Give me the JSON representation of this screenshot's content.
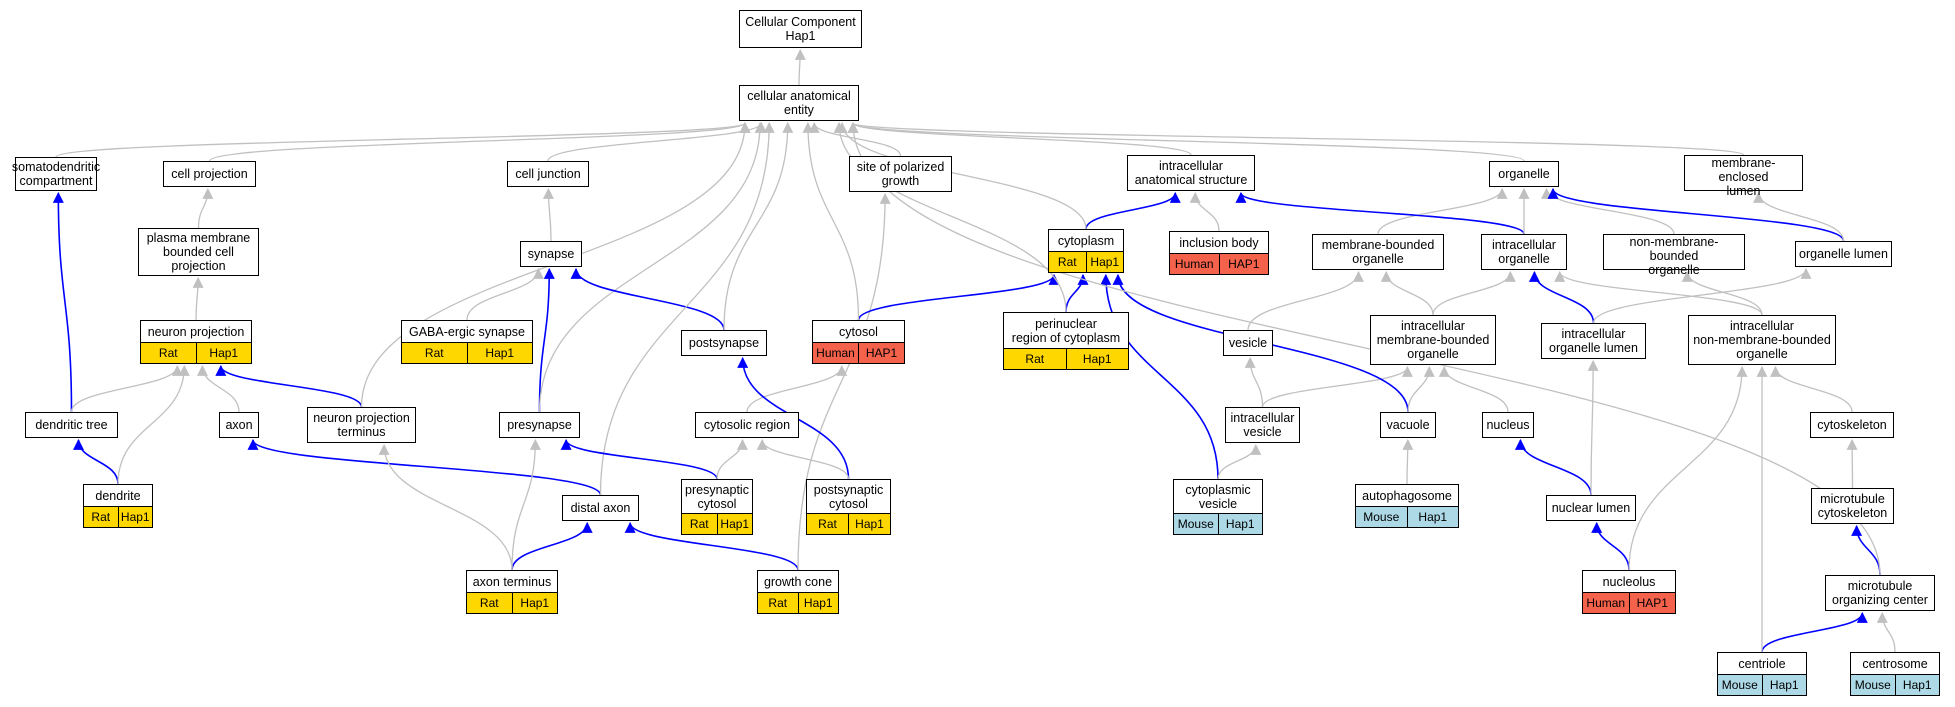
{
  "colors": {
    "is_a_edge": "#c0c0c0",
    "part_of_edge": "#0000ff",
    "rat": "#ffd700",
    "human": "#f4624b",
    "mouse": "#add8e6"
  },
  "nodes": [
    {
      "id": "root",
      "label": "Cellular Component\nHap1",
      "tags": []
    },
    {
      "id": "cae",
      "label": "cellular anatomical\nentity",
      "tags": []
    },
    {
      "id": "sdc",
      "label": "somatodendritic\ncompartment",
      "tags": []
    },
    {
      "id": "cp",
      "label": "cell projection",
      "tags": []
    },
    {
      "id": "pmbcp",
      "label": "plasma membrane\nbounded cell\nprojection",
      "tags": []
    },
    {
      "id": "np",
      "label": "neuron projection",
      "tags": [
        {
          "org": "Rat",
          "src": "Hap1",
          "color": "rat"
        }
      ]
    },
    {
      "id": "dt",
      "label": "dendritic tree",
      "tags": []
    },
    {
      "id": "den",
      "label": "dendrite",
      "tags": [
        {
          "org": "Rat",
          "src": "Hap1",
          "color": "rat"
        }
      ]
    },
    {
      "id": "axon",
      "label": "axon",
      "tags": []
    },
    {
      "id": "npt",
      "label": "neuron projection\nterminus",
      "tags": []
    },
    {
      "id": "cj",
      "label": "cell junction",
      "tags": []
    },
    {
      "id": "syn",
      "label": "synapse",
      "tags": []
    },
    {
      "id": "gaba",
      "label": "GABA-ergic synapse",
      "tags": [
        {
          "org": "Rat",
          "src": "Hap1",
          "color": "rat"
        }
      ]
    },
    {
      "id": "pre",
      "label": "presynapse",
      "tags": []
    },
    {
      "id": "post",
      "label": "postsynapse",
      "tags": []
    },
    {
      "id": "dax",
      "label": "distal axon",
      "tags": []
    },
    {
      "id": "axt",
      "label": "axon terminus",
      "tags": [
        {
          "org": "Rat",
          "src": "Hap1",
          "color": "rat"
        }
      ]
    },
    {
      "id": "spg",
      "label": "site of polarized\ngrowth",
      "tags": []
    },
    {
      "id": "cytosol",
      "label": "cytosol",
      "tags": [
        {
          "org": "Human",
          "src": "HAP1",
          "color": "human"
        }
      ]
    },
    {
      "id": "cytreg",
      "label": "cytosolic region",
      "tags": []
    },
    {
      "id": "precyt",
      "label": "presynaptic\ncytosol",
      "tags": [
        {
          "org": "Rat",
          "src": "Hap1",
          "color": "rat"
        }
      ]
    },
    {
      "id": "postcyt",
      "label": "postsynaptic\ncytosol",
      "tags": [
        {
          "org": "Rat",
          "src": "Hap1",
          "color": "rat"
        }
      ]
    },
    {
      "id": "gc",
      "label": "growth cone",
      "tags": [
        {
          "org": "Rat",
          "src": "Hap1",
          "color": "rat"
        }
      ]
    },
    {
      "id": "cytoplasm",
      "label": "cytoplasm",
      "tags": [
        {
          "org": "Rat",
          "src": "Hap1",
          "color": "rat"
        }
      ]
    },
    {
      "id": "perinuc",
      "label": "perinuclear\nregion of cytoplasm",
      "tags": [
        {
          "org": "Rat",
          "src": "Hap1",
          "color": "rat"
        }
      ]
    },
    {
      "id": "ias",
      "label": "intracellular\nanatomical structure",
      "tags": []
    },
    {
      "id": "incl",
      "label": "inclusion body",
      "tags": [
        {
          "org": "Human",
          "src": "HAP1",
          "color": "human"
        }
      ]
    },
    {
      "id": "organelle",
      "label": "organelle",
      "tags": []
    },
    {
      "id": "mbo",
      "label": "membrane-bounded\norganelle",
      "tags": []
    },
    {
      "id": "io",
      "label": "intracellular\norganelle",
      "tags": []
    },
    {
      "id": "nmbo",
      "label": "non-membrane-bounded\norganelle",
      "tags": []
    },
    {
      "id": "melumen",
      "label": "membrane-enclosed\nlumen",
      "tags": []
    },
    {
      "id": "olumen",
      "label": "organelle lumen",
      "tags": []
    },
    {
      "id": "vesicle",
      "label": "vesicle",
      "tags": []
    },
    {
      "id": "imbo",
      "label": "intracellular\nmembrane-bounded\norganelle",
      "tags": []
    },
    {
      "id": "iol",
      "label": "intracellular\norganelle lumen",
      "tags": []
    },
    {
      "id": "inmbo",
      "label": "intracellular\nnon-membrane-bounded\norganelle",
      "tags": []
    },
    {
      "id": "iv",
      "label": "intracellular\nvesicle",
      "tags": []
    },
    {
      "id": "vac",
      "label": "vacuole",
      "tags": []
    },
    {
      "id": "nuc",
      "label": "nucleus",
      "tags": []
    },
    {
      "id": "cskel",
      "label": "cytoskeleton",
      "tags": []
    },
    {
      "id": "cytves",
      "label": "cytoplasmic\nvesicle",
      "tags": [
        {
          "org": "Mouse",
          "src": "Hap1",
          "color": "mouse"
        }
      ]
    },
    {
      "id": "auto",
      "label": "autophagosome",
      "tags": [
        {
          "org": "Mouse",
          "src": "Hap1",
          "color": "mouse"
        }
      ]
    },
    {
      "id": "nlumen",
      "label": "nuclear lumen",
      "tags": []
    },
    {
      "id": "mtcs",
      "label": "microtubule\ncytoskeleton",
      "tags": []
    },
    {
      "id": "nucleolus",
      "label": "nucleolus",
      "tags": [
        {
          "org": "Human",
          "src": "HAP1",
          "color": "human"
        }
      ]
    },
    {
      "id": "mtoc",
      "label": "microtubule\norganizing center",
      "tags": []
    },
    {
      "id": "centriole",
      "label": "centriole",
      "tags": [
        {
          "org": "Mouse",
          "src": "Hap1",
          "color": "mouse"
        }
      ]
    },
    {
      "id": "centrosome",
      "label": "centrosome",
      "tags": [
        {
          "org": "Mouse",
          "src": "Hap1",
          "color": "mouse"
        }
      ]
    }
  ],
  "edges": [
    {
      "from": "cae",
      "to": "root",
      "type": "is_a"
    },
    {
      "from": "sdc",
      "to": "cae",
      "type": "is_a"
    },
    {
      "from": "cp",
      "to": "cae",
      "type": "is_a"
    },
    {
      "from": "pmbcp",
      "to": "cp",
      "type": "is_a"
    },
    {
      "from": "np",
      "to": "pmbcp",
      "type": "is_a"
    },
    {
      "from": "dt",
      "to": "sdc",
      "type": "part_of"
    },
    {
      "from": "dt",
      "to": "np",
      "type": "is_a"
    },
    {
      "from": "den",
      "to": "dt",
      "type": "part_of"
    },
    {
      "from": "den",
      "to": "np",
      "type": "is_a"
    },
    {
      "from": "axon",
      "to": "np",
      "type": "is_a"
    },
    {
      "from": "npt",
      "to": "np",
      "type": "part_of"
    },
    {
      "from": "npt",
      "to": "cae",
      "type": "is_a"
    },
    {
      "from": "cj",
      "to": "cae",
      "type": "is_a"
    },
    {
      "from": "syn",
      "to": "cj",
      "type": "is_a"
    },
    {
      "from": "gaba",
      "to": "syn",
      "type": "is_a"
    },
    {
      "from": "pre",
      "to": "syn",
      "type": "part_of"
    },
    {
      "from": "pre",
      "to": "cae",
      "type": "is_a"
    },
    {
      "from": "post",
      "to": "syn",
      "type": "part_of"
    },
    {
      "from": "post",
      "to": "cae",
      "type": "is_a"
    },
    {
      "from": "dax",
      "to": "axon",
      "type": "part_of"
    },
    {
      "from": "dax",
      "to": "cae",
      "type": "is_a"
    },
    {
      "from": "axt",
      "to": "dax",
      "type": "part_of"
    },
    {
      "from": "axt",
      "to": "pre",
      "type": "is_a"
    },
    {
      "from": "axt",
      "to": "npt",
      "type": "is_a"
    },
    {
      "from": "spg",
      "to": "cae",
      "type": "is_a"
    },
    {
      "from": "gc",
      "to": "dax",
      "type": "part_of"
    },
    {
      "from": "gc",
      "to": "spg",
      "type": "is_a"
    },
    {
      "from": "cytosol",
      "to": "cytoplasm",
      "type": "part_of"
    },
    {
      "from": "cytosol",
      "to": "cae",
      "type": "is_a"
    },
    {
      "from": "cytreg",
      "to": "cytosol",
      "type": "is_a"
    },
    {
      "from": "precyt",
      "to": "pre",
      "type": "part_of"
    },
    {
      "from": "precyt",
      "to": "cytreg",
      "type": "is_a"
    },
    {
      "from": "postcyt",
      "to": "post",
      "type": "part_of"
    },
    {
      "from": "postcyt",
      "to": "cytreg",
      "type": "is_a"
    },
    {
      "from": "cytoplasm",
      "to": "ias",
      "type": "part_of"
    },
    {
      "from": "cytoplasm",
      "to": "cae",
      "type": "is_a"
    },
    {
      "from": "perinuc",
      "to": "cytoplasm",
      "type": "part_of"
    },
    {
      "from": "perinuc",
      "to": "cae",
      "type": "is_a"
    },
    {
      "from": "ias",
      "to": "cae",
      "type": "is_a"
    },
    {
      "from": "incl",
      "to": "ias",
      "type": "is_a"
    },
    {
      "from": "organelle",
      "to": "cae",
      "type": "is_a"
    },
    {
      "from": "melumen",
      "to": "cae",
      "type": "is_a"
    },
    {
      "from": "mbo",
      "to": "organelle",
      "type": "is_a"
    },
    {
      "from": "io",
      "to": "ias",
      "type": "part_of"
    },
    {
      "from": "io",
      "to": "organelle",
      "type": "is_a"
    },
    {
      "from": "nmbo",
      "to": "organelle",
      "type": "is_a"
    },
    {
      "from": "olumen",
      "to": "organelle",
      "type": "part_of"
    },
    {
      "from": "olumen",
      "to": "melumen",
      "type": "is_a"
    },
    {
      "from": "vesicle",
      "to": "mbo",
      "type": "is_a"
    },
    {
      "from": "imbo",
      "to": "mbo",
      "type": "is_a"
    },
    {
      "from": "imbo",
      "to": "io",
      "type": "is_a"
    },
    {
      "from": "iol",
      "to": "io",
      "type": "part_of"
    },
    {
      "from": "iol",
      "to": "olumen",
      "type": "is_a"
    },
    {
      "from": "inmbo",
      "to": "io",
      "type": "is_a"
    },
    {
      "from": "inmbo",
      "to": "nmbo",
      "type": "is_a"
    },
    {
      "from": "iv",
      "to": "vesicle",
      "type": "is_a"
    },
    {
      "from": "iv",
      "to": "imbo",
      "type": "is_a"
    },
    {
      "from": "vac",
      "to": "cytoplasm",
      "type": "part_of"
    },
    {
      "from": "vac",
      "to": "imbo",
      "type": "is_a"
    },
    {
      "from": "nuc",
      "to": "imbo",
      "type": "is_a"
    },
    {
      "from": "cskel",
      "to": "inmbo",
      "type": "is_a"
    },
    {
      "from": "cytves",
      "to": "cytoplasm",
      "type": "part_of"
    },
    {
      "from": "cytves",
      "to": "iv",
      "type": "is_a"
    },
    {
      "from": "auto",
      "to": "vac",
      "type": "is_a"
    },
    {
      "from": "nlumen",
      "to": "nuc",
      "type": "part_of"
    },
    {
      "from": "nlumen",
      "to": "iol",
      "type": "is_a"
    },
    {
      "from": "mtcs",
      "to": "cskel",
      "type": "is_a"
    },
    {
      "from": "nucleolus",
      "to": "nlumen",
      "type": "part_of"
    },
    {
      "from": "nucleolus",
      "to": "inmbo",
      "type": "is_a"
    },
    {
      "from": "mtoc",
      "to": "mtcs",
      "type": "part_of"
    },
    {
      "from": "mtoc",
      "to": "cae",
      "type": "is_a"
    },
    {
      "from": "centriole",
      "to": "mtoc",
      "type": "part_of"
    },
    {
      "from": "centriole",
      "to": "inmbo",
      "type": "is_a"
    },
    {
      "from": "centrosome",
      "to": "mtoc",
      "type": "is_a"
    }
  ]
}
